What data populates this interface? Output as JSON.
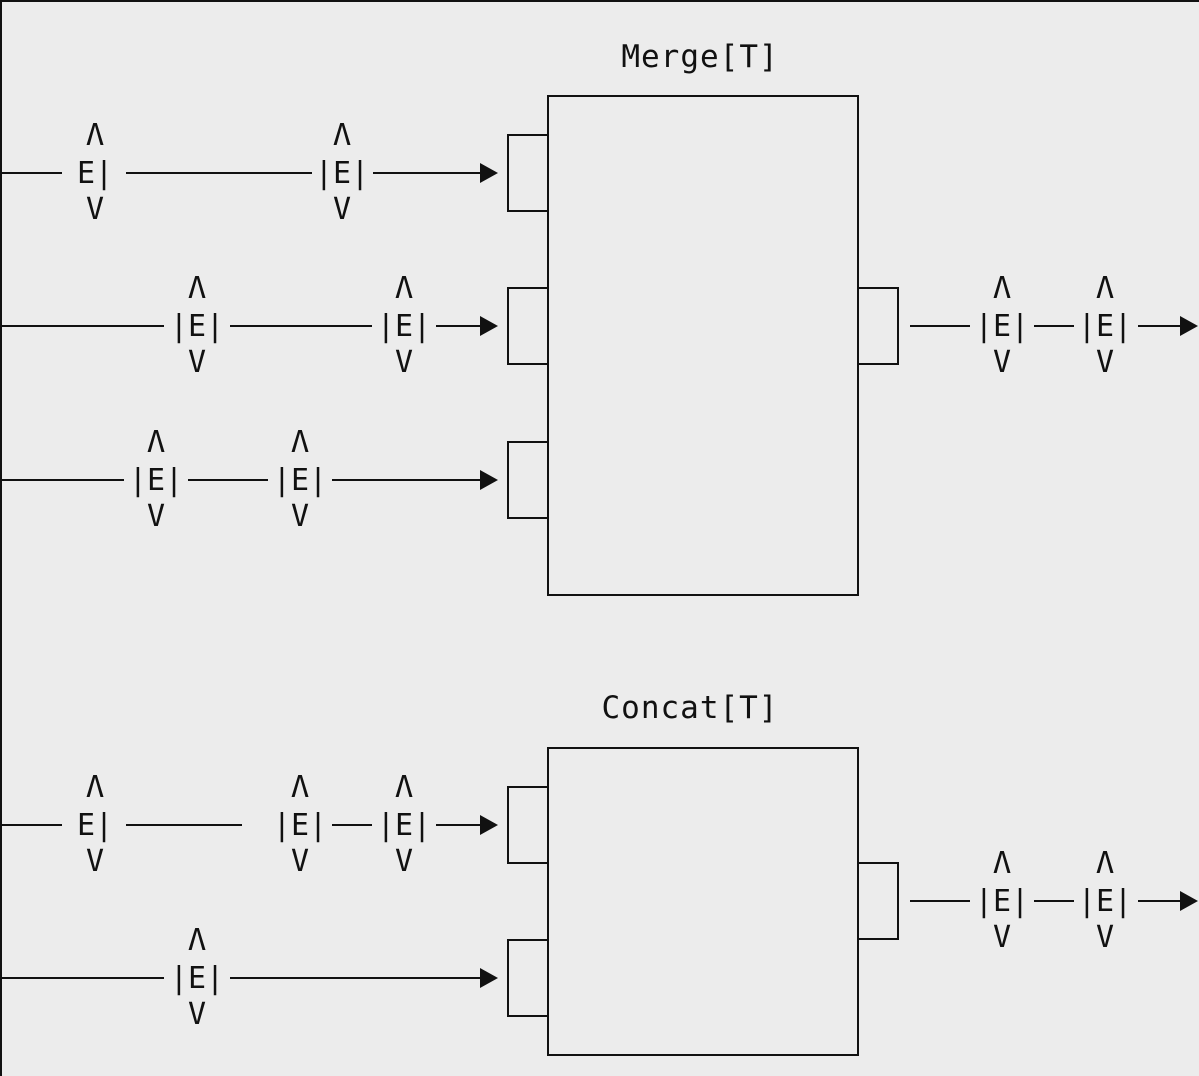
{
  "blocks": [
    {
      "title": "Merge[T]",
      "inputs": [
        {
          "events": [
            {
              "top": "Λ",
              "mid": "E|",
              "bot": "V"
            },
            {
              "top": "Λ",
              "mid": "|E|",
              "bot": "V"
            }
          ]
        },
        {
          "events": [
            {
              "top": "Λ",
              "mid": "|E|",
              "bot": "V"
            },
            {
              "top": "Λ",
              "mid": "|E|",
              "bot": "V"
            }
          ]
        },
        {
          "events": [
            {
              "top": "Λ",
              "mid": "|E|",
              "bot": "V"
            },
            {
              "top": "Λ",
              "mid": "|E|",
              "bot": "V"
            }
          ]
        }
      ],
      "output": {
        "events": [
          {
            "top": "Λ",
            "mid": "|E|",
            "bot": "V"
          },
          {
            "top": "Λ",
            "mid": "|E|",
            "bot": "V"
          }
        ]
      }
    },
    {
      "title": "Concat[T]",
      "inputs": [
        {
          "events": [
            {
              "top": "Λ",
              "mid": "E|",
              "bot": "V"
            },
            {
              "top": "Λ",
              "mid": "|E|",
              "bot": "V"
            },
            {
              "top": "Λ",
              "mid": "|E|",
              "bot": "V"
            }
          ]
        },
        {
          "events": [
            {
              "top": "Λ",
              "mid": "|E|",
              "bot": "V"
            }
          ]
        }
      ],
      "output": {
        "events": [
          {
            "top": "Λ",
            "mid": "|E|",
            "bot": "V"
          },
          {
            "top": "Λ",
            "mid": "|E|",
            "bot": "V"
          }
        ]
      }
    }
  ]
}
